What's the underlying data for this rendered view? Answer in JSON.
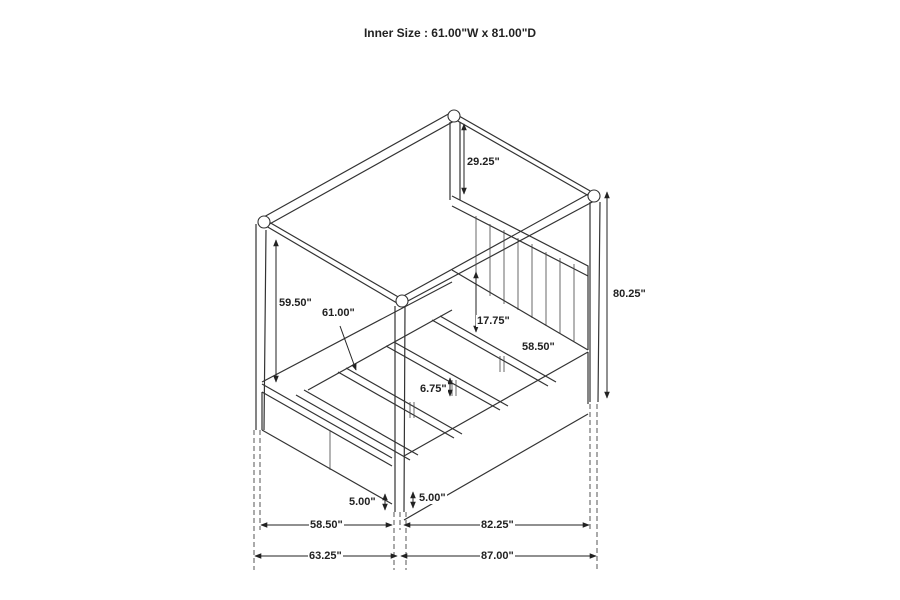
{
  "title": "Inner Size : 61.00\"W x 81.00\"D",
  "dimensions": {
    "canopy_drop": "29.25\"",
    "overall_height": "80.25\"",
    "post_to_rail": "59.50\"",
    "inner_width": "61.00\"",
    "headboard_above_rail": "17.75\"",
    "headboard_width": "58.50\"",
    "rail_height": "6.75\"",
    "foot_clearance_left": "5.00\"",
    "foot_clearance_right": "5.00\"",
    "footboard_inner_width": "58.50\"",
    "side_inner_length": "82.25\"",
    "overall_width": "63.25\"",
    "overall_length": "87.00\""
  }
}
